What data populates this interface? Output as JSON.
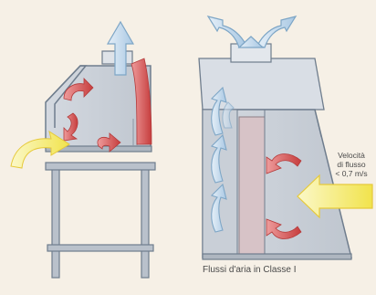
{
  "annotations": {
    "speed": [
      "Velocità",
      "di flusso",
      "< 0,7 m/s"
    ],
    "caption": "Flussi d'aria in Classe I"
  },
  "colors": {
    "cabinet_fill": "#cfd4dc",
    "cabinet_light": "#e6e9ee",
    "cabinet_stroke": "#6f7d8d",
    "filter_fill": "#d7c3c7",
    "air_blue": "#bcd5ea",
    "air_blue_stroke": "#7ea6c6",
    "air_red": "#d24e4e",
    "air_yellow": "#f3ea6c",
    "air_yellow_stroke": "#e6c93a",
    "text": "#4a4a4a"
  },
  "icons": [
    "exhaust-arrow-icon",
    "recirculation-arrow-icon",
    "inflow-arrow-icon"
  ]
}
